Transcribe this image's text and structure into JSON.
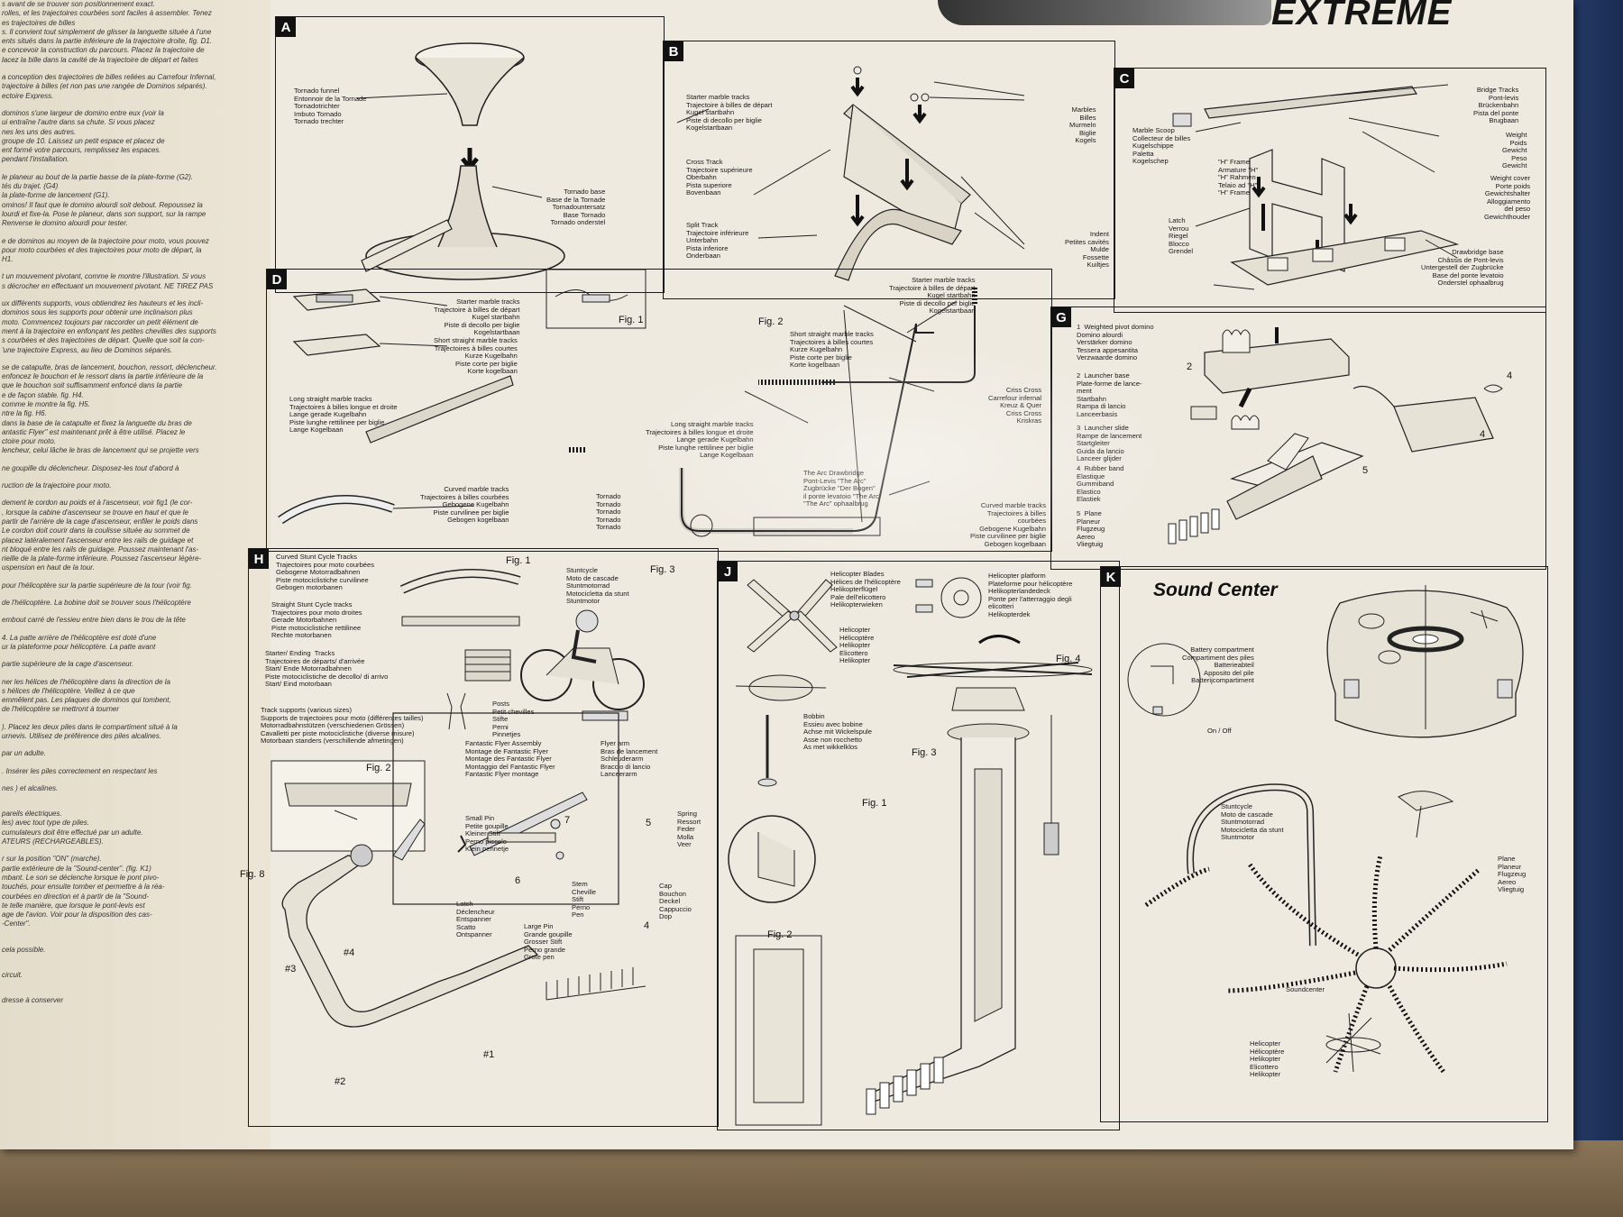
{
  "brand": "EXTREME",
  "left_column": [
    "s avant de se trouver son positionnement exact.",
    "rolles, et les trajectoires courbées sont faciles à assembler. Tenez",
    "es trajectoires de billes",
    "s. Il convient tout simplement de glisser la languette située à l'une",
    "ents situés dans la partie inférieure de la trajectoire droite, fig. D1.",
    "e concevoir la construction du parcours. Placez la trajectoire de",
    "lacez la bille dans la cavité de la trajectoire de départ et faites",
    "",
    "a conception des trajectoires de billes reliées au Carrefour Infernal,",
    "trajectoire à billes (et non pas une rangée de Dominos séparés).",
    "ectoire Express.",
    "",
    "dominos s'une largeur de domino entre eux (voir la",
    "ui entraîne l'autre dans sa chute. Si vous placez",
    "nes les uns des autres.",
    "groupe de 10. Laissez un petit espace et placez de",
    "ent formé votre parcours, remplissez les espaces.",
    "pendant l'installation.",
    "",
    "le planeur au bout de la partie basse de la plate-forme (G2).",
    "tés du trajet. (G4)",
    "la plate-forme de lancement (G1).",
    "ominos! Il faut que le domino alourdi soit debout. Repoussez la",
    "lourdi et fixe-la. Pose le planeur, dans son support, sur la rampe",
    "Renverse le domino alourdi pour tester.",
    "",
    "e de dominos au moyen de la trajectoire pour moto, vous pouvez",
    "pour moto courbées et des trajectoires pour moto de départ, la",
    "H1.",
    "",
    "t un mouvement pivotant, comme le montre l'illustration. Si vous",
    "s décrocher en effectuant un mouvement pivotant. NE TIREZ PAS",
    "",
    "ux différents supports, vous obtiendrez les hauteurs et les incli-",
    "dominos sous les supports pour obtenir une inclinaison plus",
    "moto. Commencez toujours par raccorder un petit élément de",
    "ment à la trajectoire en enfonçant les petites chevilles des supports",
    "s courbées et des trajectoires de départ. Quelle que soit la con-",
    "'une trajectoire Express, au lieu de Dominos séparés.",
    "",
    "se de catapulte, bras de lancement, bouchon, ressort, déclencheur.",
    "enfoncez le bouchon et le ressort dans la partie inférieure de la",
    "que le bouchon soit suffisamment enfoncé dans la partie",
    "e de façon stable. fig. H4.",
    "comme le montre la fig. H5.",
    "ntre la fig. H6.",
    "dans la base de la catapulte et fixez la languette du bras de",
    "antastic Flyer\" est maintenant prêt à être utilisé. Placez le",
    "ctoire pour moto.",
    "lencheur, celui lâche le bras de lancement qui se projette vers",
    "",
    "ne goupille du déclencheur. Disposez-les tout d'abord à",
    "",
    "ruction de la trajectoire pour moto.",
    "",
    "dement le cordon au poids et à l'ascenseur, voir fig1 (le cor-",
    ", lorsque la cabine d'ascenseur se trouve en haut et que le",
    "partir de l'arrière de la cage d'ascenseur, enfiler le poids dans",
    "Le cordon doit courir dans la coulisse située au sommet de",
    "placez latéralement l'ascenseur entre les rails de guidage et",
    "nt bloqué entre les rails de guidage. Poussez maintenant l'as-",
    "rieille de la plate-forme inférieure. Poussez l'ascenseur légère-",
    "uspension en haut de la tour.",
    "",
    "pour l'hélicoptère sur la partie supérieure de la tour (voir fig.",
    "",
    "de l'hélicoptère. La bobine doit se trouver sous l'hélicoptère",
    "",
    "embout carré de l'essieu entre bien dans le trou de la tête",
    "",
    "4. La patte arrière de l'hélicoptère est doté d'une",
    "ur la plateforme pour hélicoptère. La patte avant",
    "",
    "partie supérieure de la cage d'ascenseur.",
    "",
    "ner les hélices de l'hélicoptère dans la direction de la",
    "s hélices de l'hélicoptère. Veillez à ce que",
    "emmêlent pas. Les plaques de dominos qui tombent,",
    "de l'hélicoptère se mettront à tourner",
    "",
    "). Placez les deux piles dans le compartiment situé à la",
    "urnevis. Utilisez de préférence des piles alcalines.",
    "",
    "par un adulte.",
    "",
    ". Insérer les piles correctement en respectant les",
    "",
    "nes ) et alcalines.",
    "",
    "",
    "pareils électriques.",
    "les) avec tout type de piles.",
    "cumulateurs doit être effectué par un adulte.",
    "ATEURS (RECHARGEABLES).",
    "",
    "r sur la position \"ON\" (marche).",
    "partie extérieure de la \"Sound-center\". (fig. K1)",
    "mbant. Le son se déclenche lorsque le pont pivo-",
    "touchés, pour ensuite tomber et permettre à la réa-",
    "courbées en direction et à partir de la \"Sound-",
    "te telle manière, que lorsque le pont-levis est",
    "age de l'avion. Voir pour la disposition des cas-",
    "-Center\".",
    "",
    "",
    "cela possible.",
    "",
    "",
    "circuit.",
    "",
    "",
    "dresse à conserver"
  ],
  "panels": {
    "A": {
      "letter": "A",
      "funnel": "Tornado funnel\nEntonnoir de la Tornade\nTornadotrichter\nImbuto Tornado\nTornado trechter",
      "base": "Tornado base\nBase de la Tornade\nTornadountersatz\nBase Tornado\nTornado onderstel"
    },
    "B": {
      "letter": "B",
      "starter": "Starter marble tracks\nTrajectoire à billes de départ\nKugel startbahn\nPiste di decollo per biglie\nKogelstartbaan",
      "cross": "Cross Track\nTrajectoire supérieure\nOberbahn\nPista superiore\nBovenbaan",
      "split": "Split Track\nTrajectoire inférieure\nUnterbahn\nPista inferiore\nOnderbaan",
      "marbles": "Marbles\nBilles\nMurmeln\nBiglie\nKogels",
      "indent": "Indent\nPetites cavités\nMulde\nFossette\nKuiltjes"
    },
    "C": {
      "letter": "C",
      "bridge": "Bridge Tracks\nPont-levis\nBrückenbahn\nPista del ponte\nBrugbaan",
      "scoop": "Marble Scoop\nCollecteur de billes\nKugelschippe\nPaletta\nKogelschep",
      "hframe": "\"H\" Frame\nArmature \"H\"\n\"H\" Rahmen\nTelaio ad \"H\"\n\"H\" Frame",
      "weight": "Weight\nPoids\nGewicht\nPeso\nGewicht",
      "cover": "Weight cover\nPorte poids\nGewichtshalter\nAlloggiamento\ndel peso\nGewichthouder",
      "latch": "Latch\nVerrou\nRiegel\nBlocco\nGrendel",
      "base": "Drawbridge base\nChâssis de Pont-levis\nUntergestell der Zugbrücke\nBase del ponte levatoio\nOnderstel ophaalbrug"
    },
    "D": {
      "letter": "D",
      "fig1": "Fig. 1",
      "fig2": "Fig. 2",
      "starter": "Starter marble tracks\nTrajectoire à billes de départ\nKugel startbahn\nPiste di decollo per biglie\nKogelstartbaan",
      "short": "Short straight marble tracks\nTrajectoires à billes courtes\nKurze Kugelbahn\nPiste corte per biglie\nKorte kogelbaan",
      "long": "Long straight marble tracks\nTrajectoires à billes longue et droite\nLange gerade Kugelbahn\nPiste lunghe rettilinee per biglie\nLange Kogelbaan",
      "curved": "Curved marble tracks\nTrajectoires à billes courbées\nGebogene Kugelbahn\nPiste curvilinee per biglie\nGebogen kogelbaan",
      "tornado": "Tornado\nTornado\nTornado\nTornado\nTornado",
      "short2": "Short straight marble tracks\nTrajectoires à billes courtes\nKurze Kugelbahn\nPiste corte per biglie\nKorte kogelbaan",
      "starter2": "Starter marble tracks\nTrajectoire à billes de départ\nKugel startbahn\nPiste di decollo per biglie\nKogelstartbaan",
      "long2": "Long straight marble tracks\nTrajectoires à billes longue et droite\nLange gerade Kugelbahn\nPiste lunghe rettilinee per biglie\nLange Kogelbaan",
      "arc": "The Arc Drawbridge\nPont-Levis \"The Arc\"\nZugbrücke \"Der Bogen\"\nil ponte levatoio \"The Arc\"\n\"The Arc\" ophaalbrug",
      "crisscross": "Criss Cross\nCarrefour infernal\nKreuz & Quer\nCriss Cross\nKriskras",
      "curved2": "Curved marble tracks\nTrajectoires à billes\ncourbées\nGebogene Kugelbahn\nPiste curvilinee per biglie\nGebogen kogelbaan"
    },
    "G": {
      "letter": "G",
      "item1": "1  Weighted pivot domino\nDomino alourdi\nVerstärker domino\nTessera appesantita\nVerzwaarde domino",
      "item2": "2  Launcher base\nPlate-forme de lance-\nment\nStartbahn\nRampa di lancio\nLanceerbasis",
      "item3": "3  Launcher slide\nRampe de lancement\nStartgleiter\nGuida da lancio\nLanceer glijder",
      "item4": "4  Rubber band\nElastique\nGummiband\nElastico\nElastiek",
      "item5": "5  Plane\nPlaneur\nFlugzeug\nAereo\nVliegtuig",
      "n2": "2",
      "n4a": "4",
      "n4b": "4",
      "n5": "5"
    },
    "H": {
      "letter": "H",
      "fig1": "Fig. 1",
      "fig2": "Fig. 2",
      "fig3": "Fig. 3",
      "fig8": "Fig. 8",
      "curved": "Curved Stunt Cycle Tracks\nTrajectoires pour moto courbées\nGebogene Motorradbahnen\nPiste motociclistiche curvilinee\nGebogen motorbanen",
      "straight": "Straight Stunt Cycle tracks\nTrajectoires pour moto droites\nGerade Motorbahnen\nPiste motociclistiche rettilinee\nRechte motorbanen",
      "starter": "Starter/ Ending  Tracks\nTrajectoires de départs/ d'arrivée\nStart/ Ende Motorradbahnen\nPiste motociclistiche de decollo/ di arrivo\nStart/ Eind motorbaan",
      "supports": "Track supports (various sizes)\nSupports de trajectoires pour moto (différentes tailles)\nMotorradbahnstützen (verschiedenen Grössen)\nCavalletti per piste motociclistiche (diverse misure)\nMotorbaan standers (verschillende afmetingen)",
      "posts": "Posts\nPetit chevilles\nStifte\nPerni\nPinnetjes",
      "stunt": "Stuntcycle\nMoto de cascade\nStuntmotorrad\nMotocicletta da stunt\nStuntmotor",
      "flyer": "Fantastic Flyer Assembly\nMontage de Fantastic Flyer\nMontage des Fantastic Flyer\nMontaggio del Fantastic Flyer\nFantastic Flyer montage",
      "arm": "Flyer arm\nBras de lancement\nSchleuderarm\nBraccio di lancio\nLanceerarm",
      "smallpin": "Small Pin\nPetite goupille\nKleiner Stift\nPerno piccolo\nKlein pennetje",
      "spring": "Spring\nRessort\nFeder\nMolla\nVeer",
      "stem": "Stem\nCheville\nStift\nPerno\nPen",
      "cap": "Cap\nBouchon\nDeckel\nCappuccio\nDop",
      "latch": "Latch\nDéclencheur\nEntspanner\nScatto\nOntspanner",
      "largepin": "Large Pin\nGrande goupille\nGrosser Stift\nPerno grande\nGrote pen",
      "n7": "7",
      "n5": "5",
      "n6": "6",
      "n4": "4",
      "h1": "#1",
      "h2": "#2",
      "h3": "#3",
      "h4": "#4"
    },
    "J": {
      "letter": "J",
      "blades": "Helicopter Blades\nHélices de l'hélicoptère\nHelikopterflügel\nPale dell'elicottero\nHelikopterwieken",
      "platform": "Helicopter platform\nPlateforme pour hélicoptère\nHelikopterlandedeck\nPonte per l'atterraggio degli\nelicotteri\nHelikopterdek",
      "heli": "Helicopter\nHélicoptère\nHelikopter\nElicottero\nHelikopter",
      "bobbin": "Bobbin\nEssieu avec bobine\nAchse mit Wickelspule\nAsse non rocchetto\nAs met wikkelklos",
      "fig1": "Fig. 1",
      "fig2": "Fig. 2",
      "fig3": "Fig. 3",
      "fig4": "Fig. 4"
    },
    "K": {
      "letter": "K",
      "title": "Sound Center",
      "battery": "Battery compartment\nCompartiment des piles\nBatterieabteil\nApposito del pile\nBatterijcompartiment",
      "onoff": "On / Off",
      "stunt": "Stuntcycle\nMoto de cascade\nStuntmotorrad\nMotocicletta da stunt\nStuntmotor",
      "plane": "Plane\nPlaneur\nFlugzeug\nAereo\nVliegtuig",
      "soundcenter": "Soundcenter",
      "heli": "Helicopter\nHélicoptère\nHelikopter\nElicottero\nHelikopter"
    }
  }
}
